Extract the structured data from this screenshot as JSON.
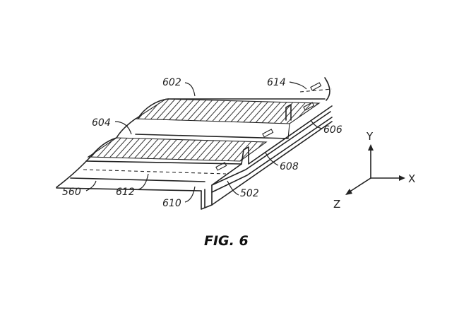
{
  "figure": {
    "caption": "FIG. 6",
    "labels": {
      "l602": "602",
      "l614": "614",
      "l604": "604",
      "l606": "606",
      "l608": "608",
      "l560": "560",
      "l612": "612",
      "l610": "610",
      "l502": "502"
    },
    "axes": {
      "y": "Y",
      "x": "X",
      "z": "Z"
    }
  }
}
